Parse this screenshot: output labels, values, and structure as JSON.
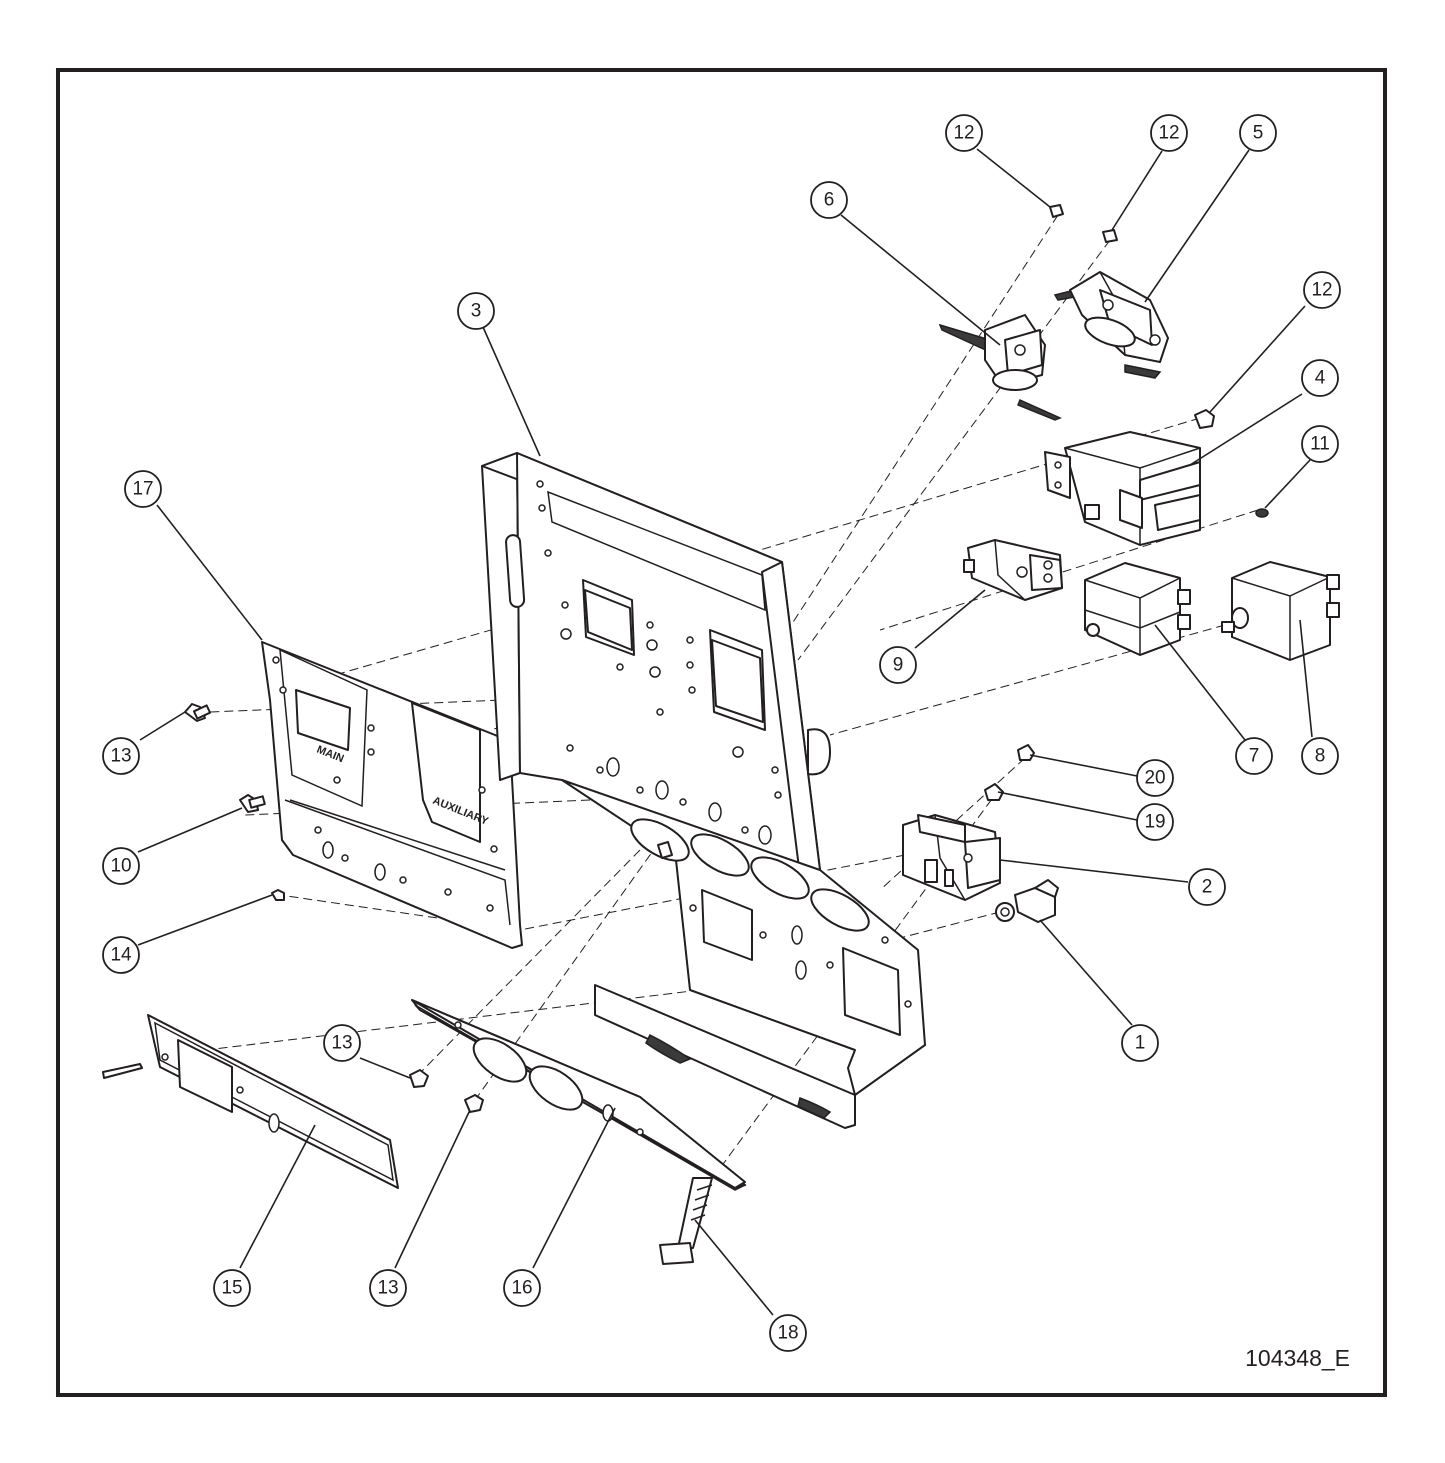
{
  "drawing": {
    "number": "104348_E",
    "panel_labels": {
      "left": "MAIN",
      "right": "AUXILIARY"
    }
  },
  "callouts": [
    {
      "id": "c-12a",
      "label": "12"
    },
    {
      "id": "c-12b",
      "label": "12"
    },
    {
      "id": "c-5",
      "label": "5"
    },
    {
      "id": "c-6",
      "label": "6"
    },
    {
      "id": "c-3",
      "label": "3"
    },
    {
      "id": "c-12c",
      "label": "12"
    },
    {
      "id": "c-4",
      "label": "4"
    },
    {
      "id": "c-11",
      "label": "11"
    },
    {
      "id": "c-17",
      "label": "17"
    },
    {
      "id": "c-9",
      "label": "9"
    },
    {
      "id": "c-7",
      "label": "7"
    },
    {
      "id": "c-8",
      "label": "8"
    },
    {
      "id": "c-13a",
      "label": "13"
    },
    {
      "id": "c-20",
      "label": "20"
    },
    {
      "id": "c-19",
      "label": "19"
    },
    {
      "id": "c-10",
      "label": "10"
    },
    {
      "id": "c-2",
      "label": "2"
    },
    {
      "id": "c-14",
      "label": "14"
    },
    {
      "id": "c-1",
      "label": "1"
    },
    {
      "id": "c-13b",
      "label": "13"
    },
    {
      "id": "c-15",
      "label": "15"
    },
    {
      "id": "c-13c",
      "label": "13"
    },
    {
      "id": "c-16",
      "label": "16"
    },
    {
      "id": "c-18",
      "label": "18"
    }
  ]
}
